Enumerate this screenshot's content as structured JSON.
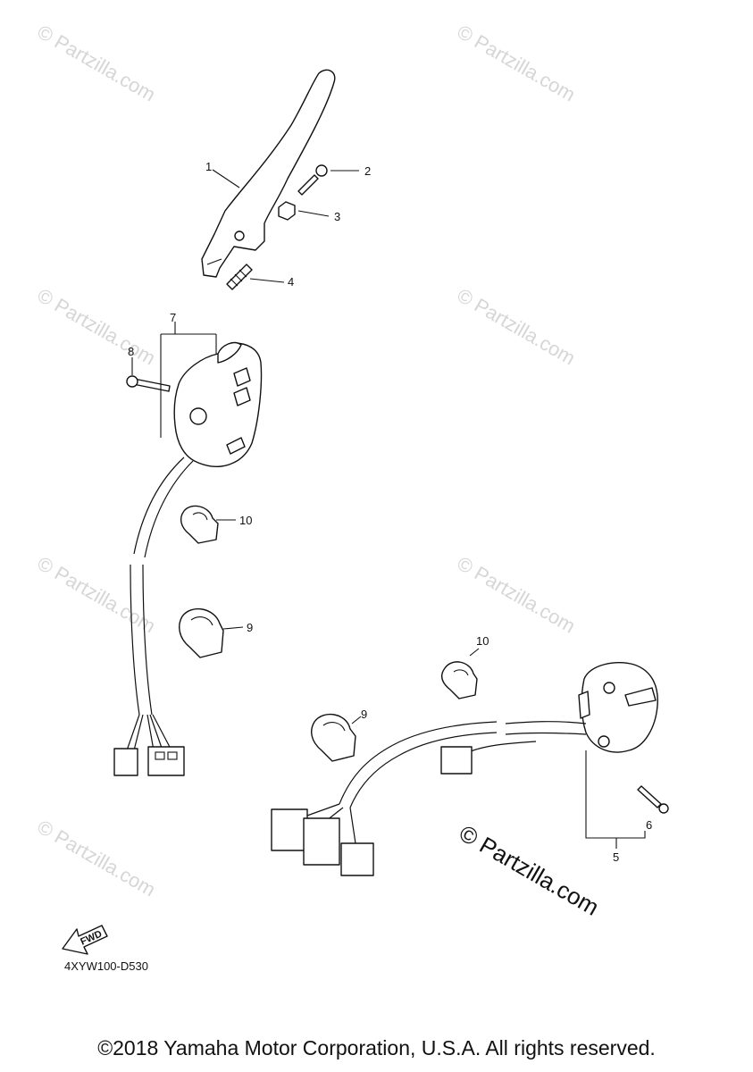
{
  "watermark_text": "© Partzilla.com",
  "diagram_code": "4XYW100-D530",
  "fwd_label": "FWD",
  "copyright": "©2018 Yamaha Motor Corporation, U.S.A. All rights reserved.",
  "callouts": {
    "c1": "1",
    "c2": "2",
    "c3": "3",
    "c4": "4",
    "c5": "5",
    "c6": "6",
    "c7": "7",
    "c8": "8",
    "c9a": "9",
    "c9b": "9",
    "c10a": "10",
    "c10b": "10"
  }
}
